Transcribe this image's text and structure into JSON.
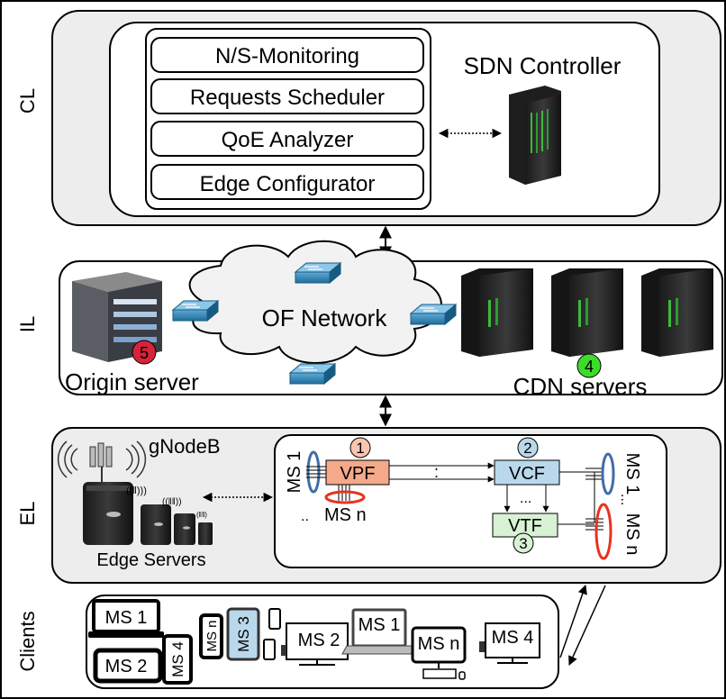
{
  "layers": {
    "cl": "CL",
    "il": "IL",
    "el": "EL",
    "clients": "Clients"
  },
  "controller": {
    "title": "SDN Controller",
    "modules": [
      "N/S-Monitoring",
      "Requests Scheduler",
      "QoE Analyzer",
      "Edge Configurator"
    ]
  },
  "infrastructure": {
    "origin_label": "Origin server",
    "origin_badge": "5",
    "network_label": "OF Network",
    "cdn_label": "CDN servers",
    "cdn_badge": "4"
  },
  "edge": {
    "gnodeb_label": "gNodeB",
    "servers_label": "Edge Servers",
    "vpf": {
      "label": "VPF",
      "badge": "1"
    },
    "vcf": {
      "label": "VCF",
      "badge": "2"
    },
    "vtf": {
      "label": "VTF",
      "badge": "3"
    },
    "ms_1_left": "MS 1",
    "ms_n_bottom": "MS n",
    "ms_1_right": "MS 1",
    "ms_n_right": "MS n",
    "dots_h": ":",
    "dots_mid": "...",
    "dots_right": "...",
    "dots_left": "..",
    "colors": {
      "vpf": "#f4a98a",
      "vcf": "#b9d8ec",
      "vtf": "#d8f2d4",
      "red": "#e8321f",
      "blue": "#3f6ea8"
    }
  },
  "clients": {
    "ms1_laptop": "MS 1",
    "ms2_tablet": "MS 2",
    "ms4_phone": "MS 4",
    "msn_phone": "MS n",
    "ms3_tablet": "MS 3",
    "ms2_tv": "MS 2",
    "ms1_laptop2": "MS 1",
    "msn_desktop": "MS n",
    "ms4_tv": "MS 4"
  }
}
